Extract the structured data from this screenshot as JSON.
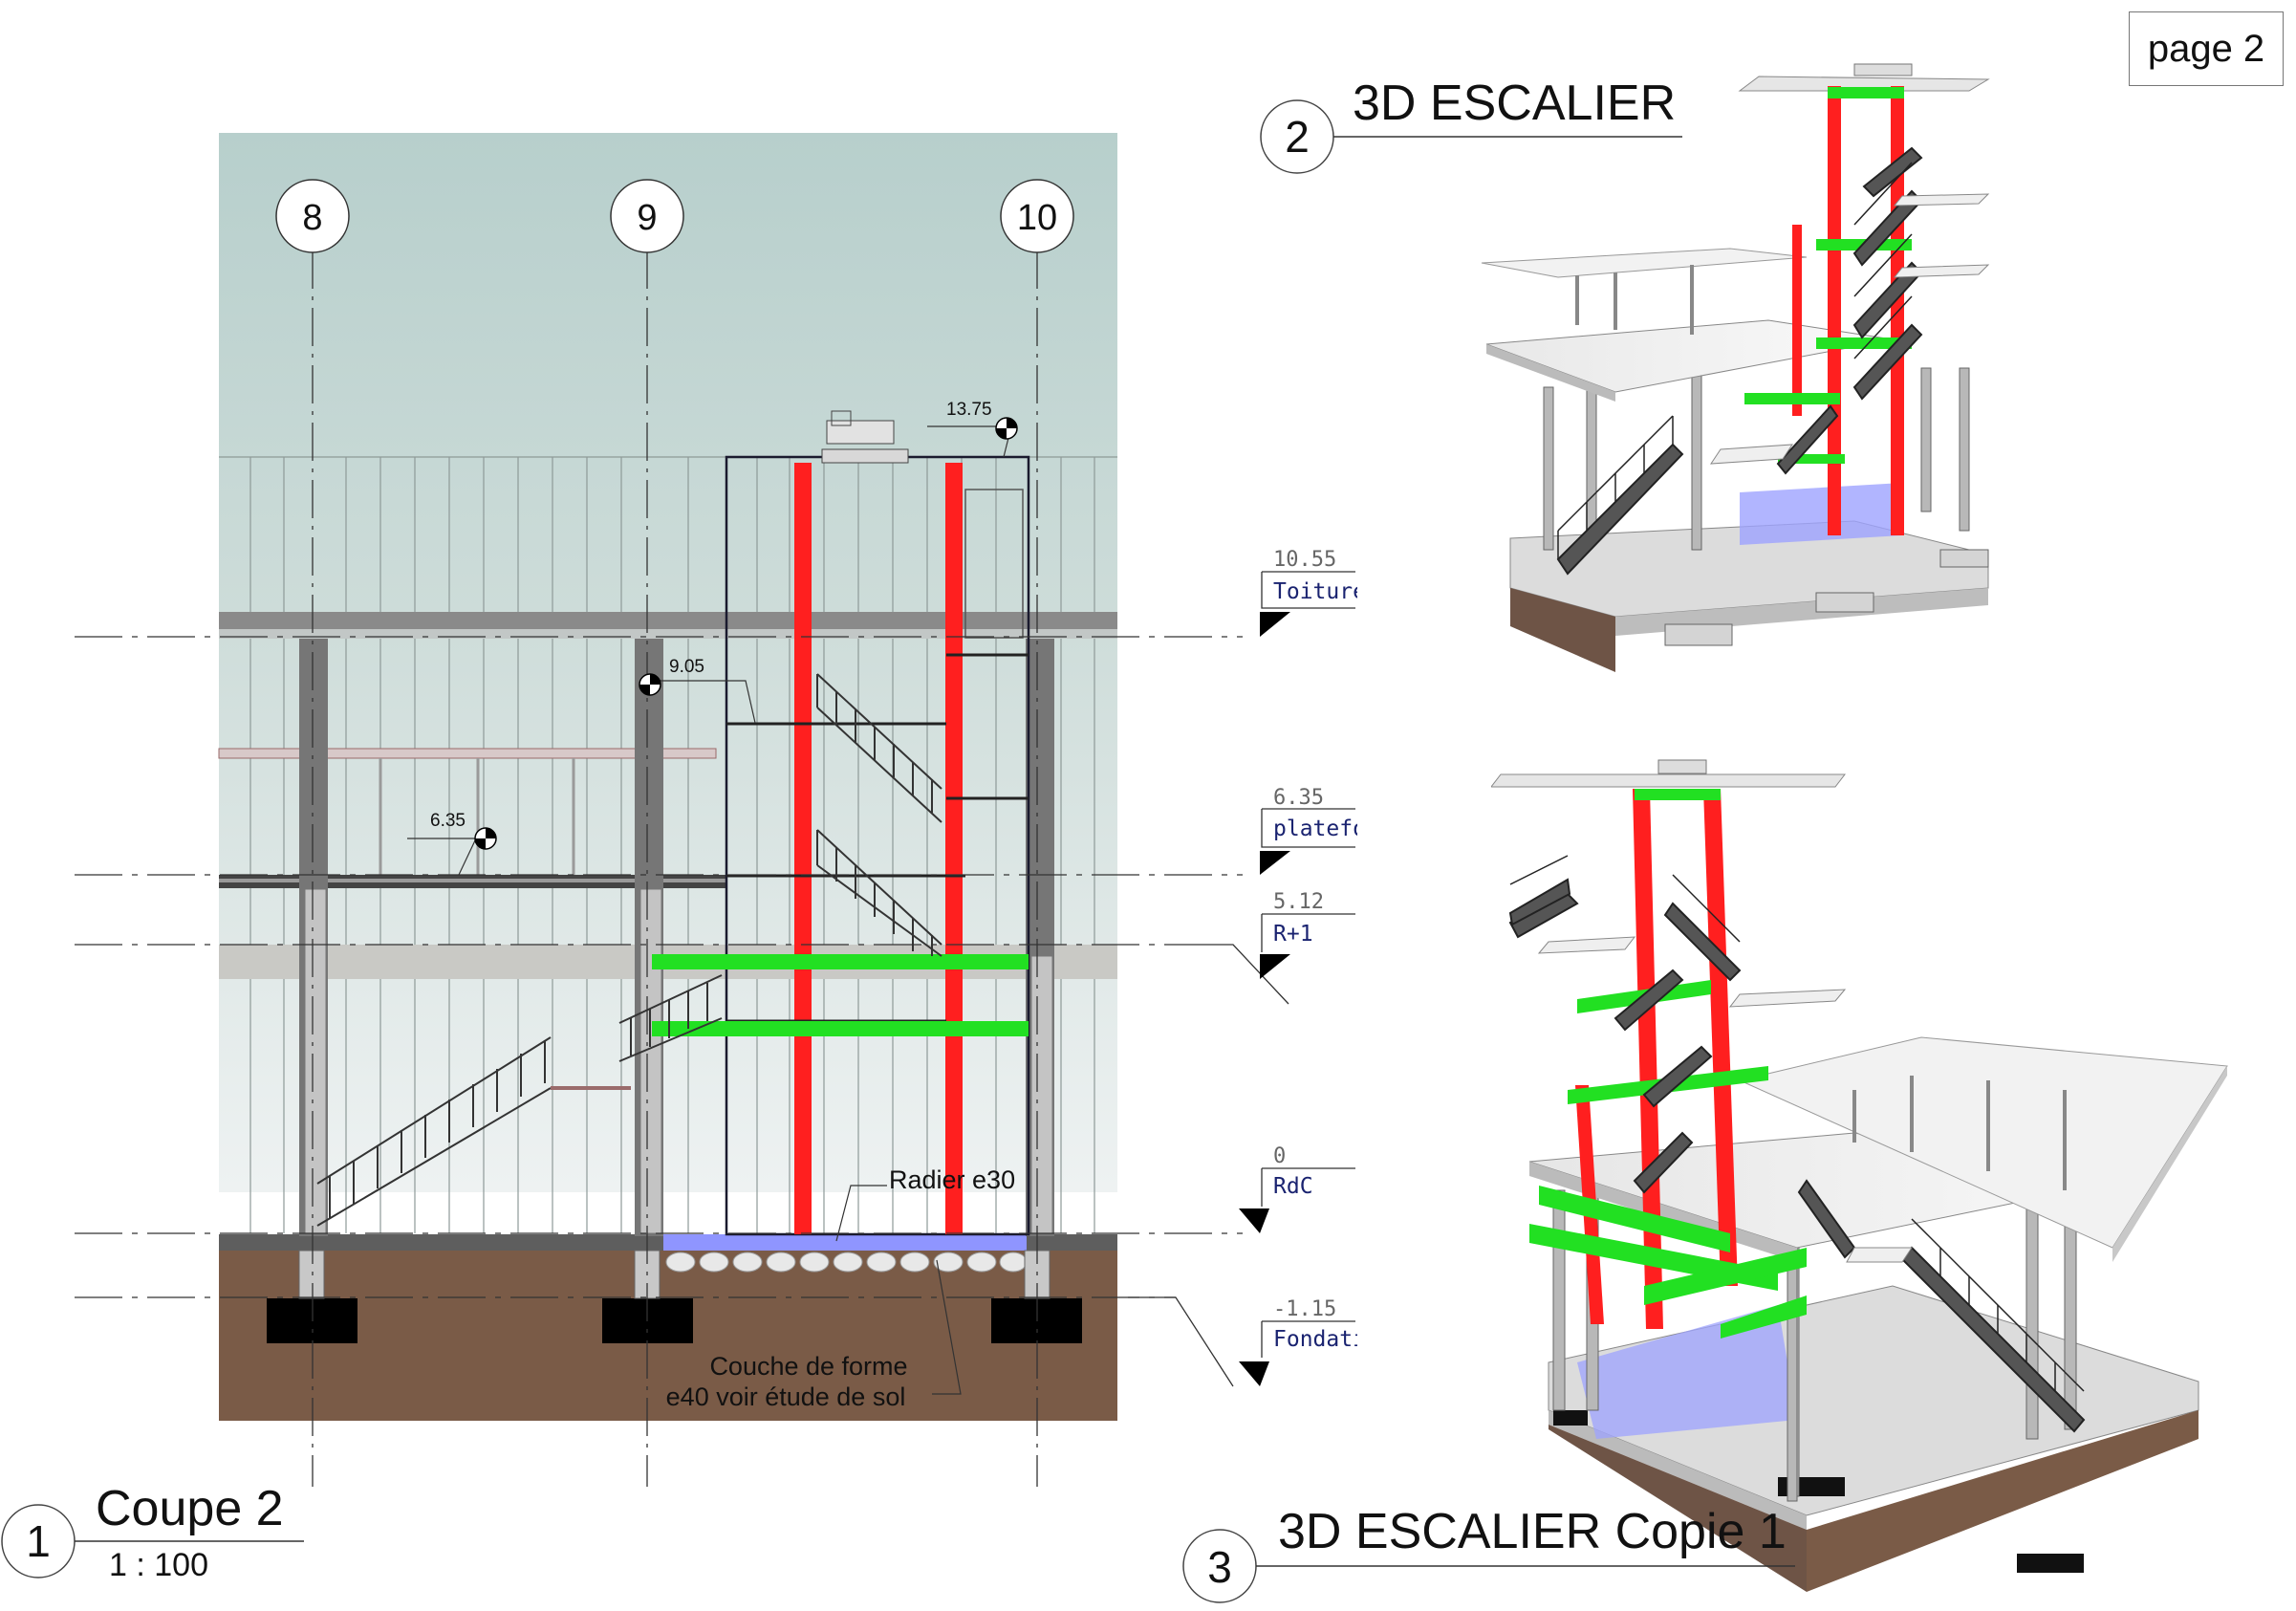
{
  "page": {
    "label": "page 2"
  },
  "views": {
    "section": {
      "number": "1",
      "title": "Coupe 2",
      "scale": "1 : 100"
    },
    "view3d_a": {
      "number": "2",
      "title": "3D ESCALIER"
    },
    "view3d_b": {
      "number": "3",
      "title": "3D ESCALIER Copie 1"
    }
  },
  "grid_lines": [
    {
      "label": "8"
    },
    {
      "label": "9"
    },
    {
      "label": "10"
    }
  ],
  "levels": [
    {
      "value": "10.55",
      "name": "Toiture"
    },
    {
      "value": "6.35",
      "name": "platefor"
    },
    {
      "value": "5.12",
      "name": "R+1"
    },
    {
      "value": "0",
      "name": "RdC"
    },
    {
      "value": "-1.15",
      "name": "Fondati"
    }
  ],
  "spot_elevations": [
    {
      "value": "13.75"
    },
    {
      "value": "9.05"
    },
    {
      "value": "6.35"
    }
  ],
  "annotations": {
    "radier": "Radier e30",
    "couche_line1": "Couche de forme",
    "couche_line2": "e40 voir étude de sol"
  },
  "colors": {
    "steel_column": "#ff1f1f",
    "steel_beam": "#22e022",
    "soil": "#7a5b47",
    "sky": "#bcd3cf",
    "radier": "#8f95ff",
    "level_text": "#1a2370"
  }
}
